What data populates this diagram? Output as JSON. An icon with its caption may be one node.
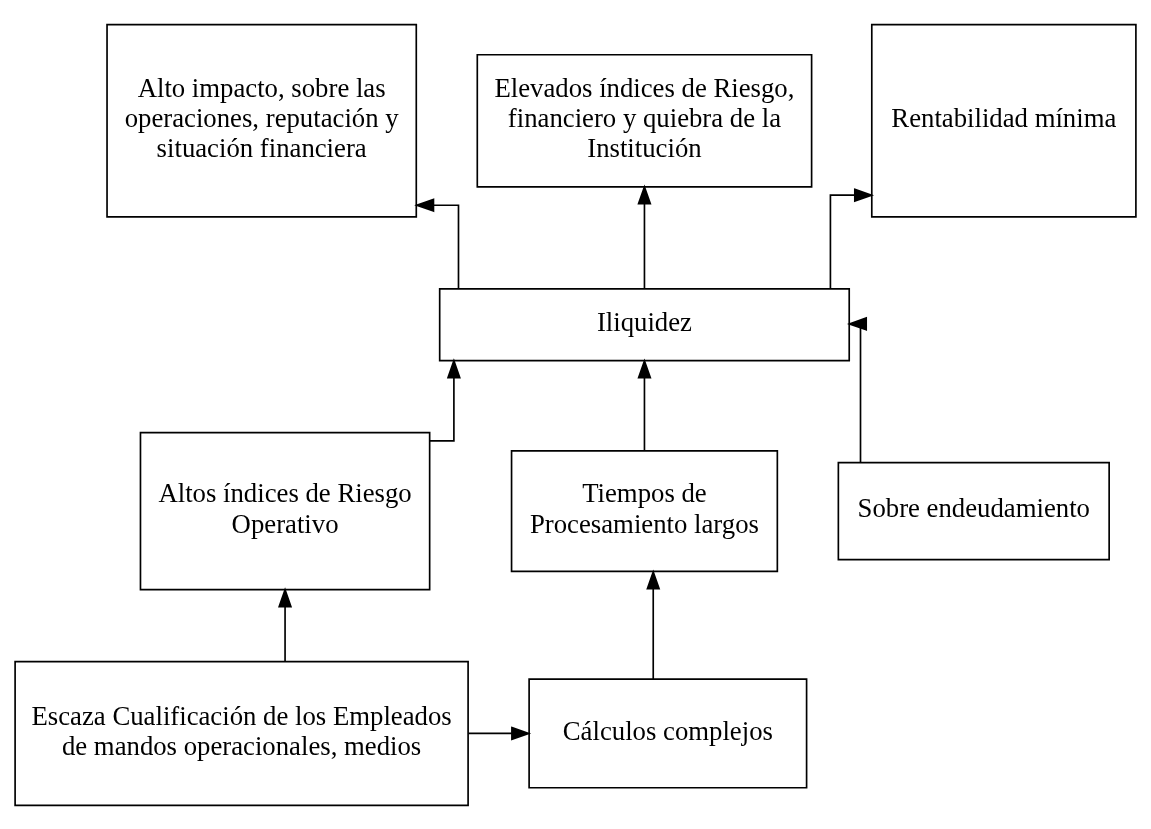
{
  "diagram": {
    "nodes": [
      {
        "text": [
          "Alto impacto, sobre las operaciones, reputación y situación financiera"
        ]
      },
      {
        "text": [
          "Elevados índices de Riesgo, financiero y quiebra de la Institución"
        ]
      },
      {
        "text": [
          "Rentabilidad mínima"
        ]
      },
      {
        "text": [
          "Iliquidez"
        ]
      },
      {
        "text": [
          "Altos índices de Riesgo Operativo"
        ]
      },
      {
        "text": [
          "Tiempos de Procesamiento largos"
        ]
      },
      {
        "text": [
          "Sobre endeudamiento"
        ]
      },
      {
        "text": [
          "Escaza Cualificación de los Empleados de mandos operacionales, medios"
        ]
      },
      {
        "text": [
          "Cálculos complejos"
        ]
      }
    ],
    "edges": [
      {
        "from": 3,
        "to": 0,
        "arrow": "to"
      },
      {
        "from": 3,
        "to": 1,
        "arrow": "to"
      },
      {
        "from": 3,
        "to": 2,
        "arrow": "to"
      },
      {
        "from": 4,
        "to": 3,
        "arrow": "to"
      },
      {
        "from": 5,
        "to": 3,
        "arrow": "to"
      },
      {
        "from": 6,
        "to": 3,
        "arrow": "to"
      },
      {
        "from": 7,
        "to": 4,
        "arrow": "to"
      },
      {
        "from": 8,
        "to": 5,
        "arrow": "to"
      },
      {
        "from": 7,
        "to": 8,
        "arrow": "to"
      }
    ]
  }
}
